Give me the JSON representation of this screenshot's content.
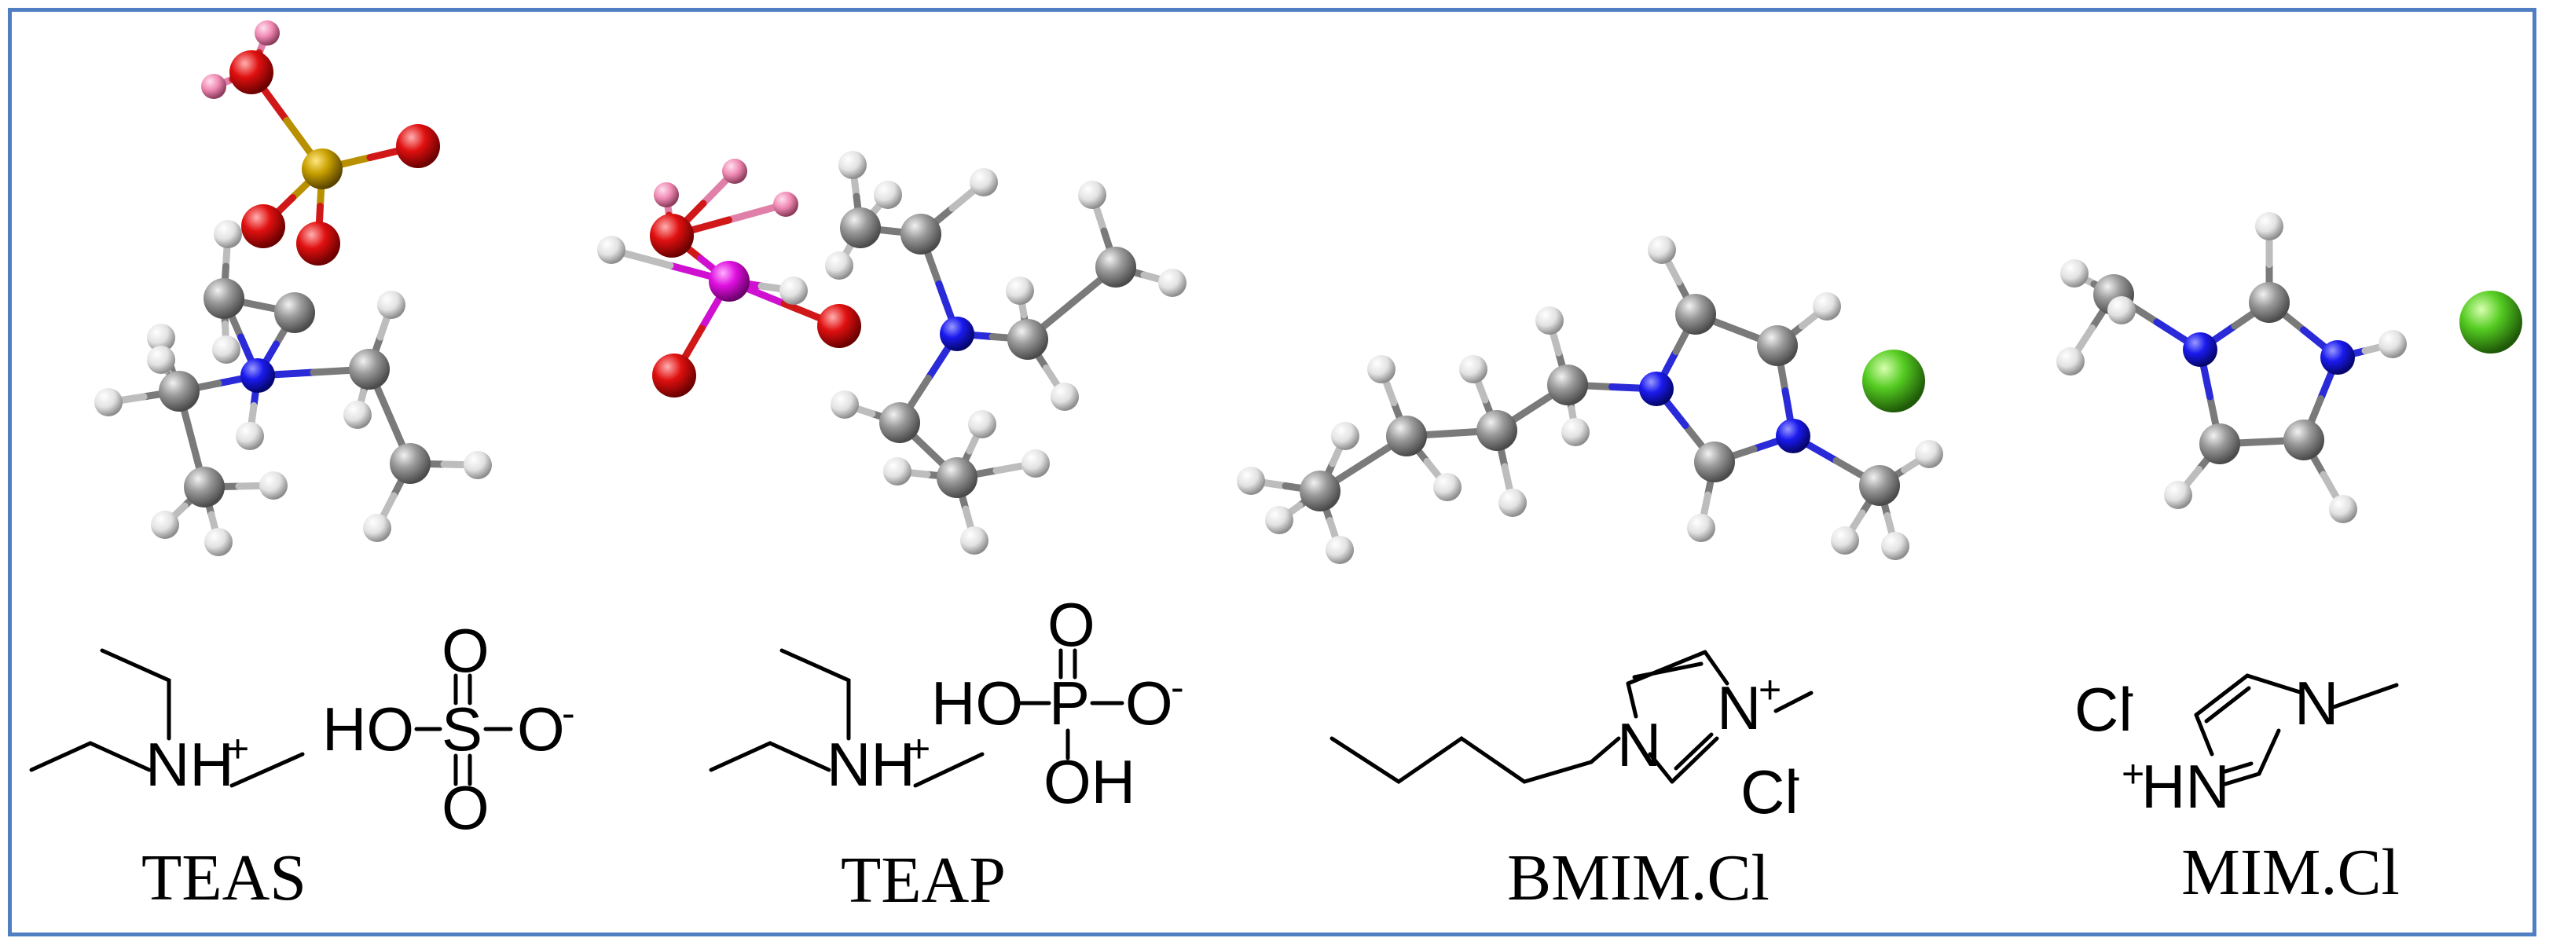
{
  "compounds": [
    {
      "id": "teas",
      "name": "TEAS",
      "cation": {
        "n": "NH",
        "charge": "+"
      },
      "anion": {
        "center": "S",
        "substituents": [
          "HO",
          "O",
          "O",
          "O"
        ],
        "charge": "-"
      }
    },
    {
      "id": "teap",
      "name": "TEAP",
      "cation": {
        "n": "NH",
        "charge": "+"
      },
      "anion": {
        "center": "P",
        "substituents": [
          "HO",
          "O",
          "OH",
          "O"
        ],
        "charge": "-"
      }
    },
    {
      "id": "bmim",
      "name": "BMIM.Cl",
      "ring": {
        "n1": "N",
        "n3": "N",
        "charge": "+"
      },
      "counterion": {
        "symbol": "Cl",
        "charge": "-"
      }
    },
    {
      "id": "mim",
      "name": "MIM.Cl",
      "ring": {
        "n1": "N",
        "n3": "HN",
        "charge": "+"
      },
      "counterion": {
        "symbol": "Cl",
        "charge": "-"
      }
    }
  ],
  "colors": {
    "border": "#4f7fc2",
    "carbon": "#8a8a8a",
    "hydrogen": "#e6e6e6",
    "nitrogen": "#1a1aee",
    "oxygen": "#e01010",
    "sulfur": "#c8a000",
    "phosphorus": "#e010e0",
    "chlorine": "#55cc22",
    "acid_hydrogen": "#f08ab4"
  }
}
